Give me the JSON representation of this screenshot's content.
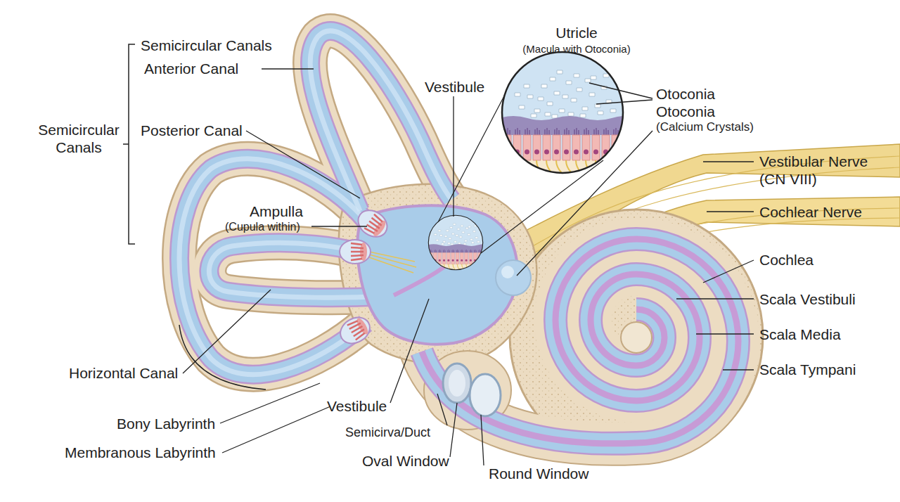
{
  "diagram": {
    "labels": [
      "Semicircular Canals",
      "Anterior Canal",
      "Semicircular Canals",
      "Posterior Canal",
      "Ampulla",
      "(Cupula within)",
      "Vestibule",
      "Utricle",
      "(Macula with Otoconia)",
      "Otoconia",
      "Otoconia",
      "(Calcium Crystals)",
      "Vestibular Nerve (CN VIII)",
      "Cochlear Nerve",
      "Cochlea",
      "Scala Vestibuli",
      "Scala Media",
      "Scala Tympani",
      "Horizontal Canal",
      "Vestibule",
      "Bony Labyrinth",
      "Membranous Labyrinth",
      "Semicirva/Duct",
      "Oval Window",
      "Round Window"
    ]
  }
}
